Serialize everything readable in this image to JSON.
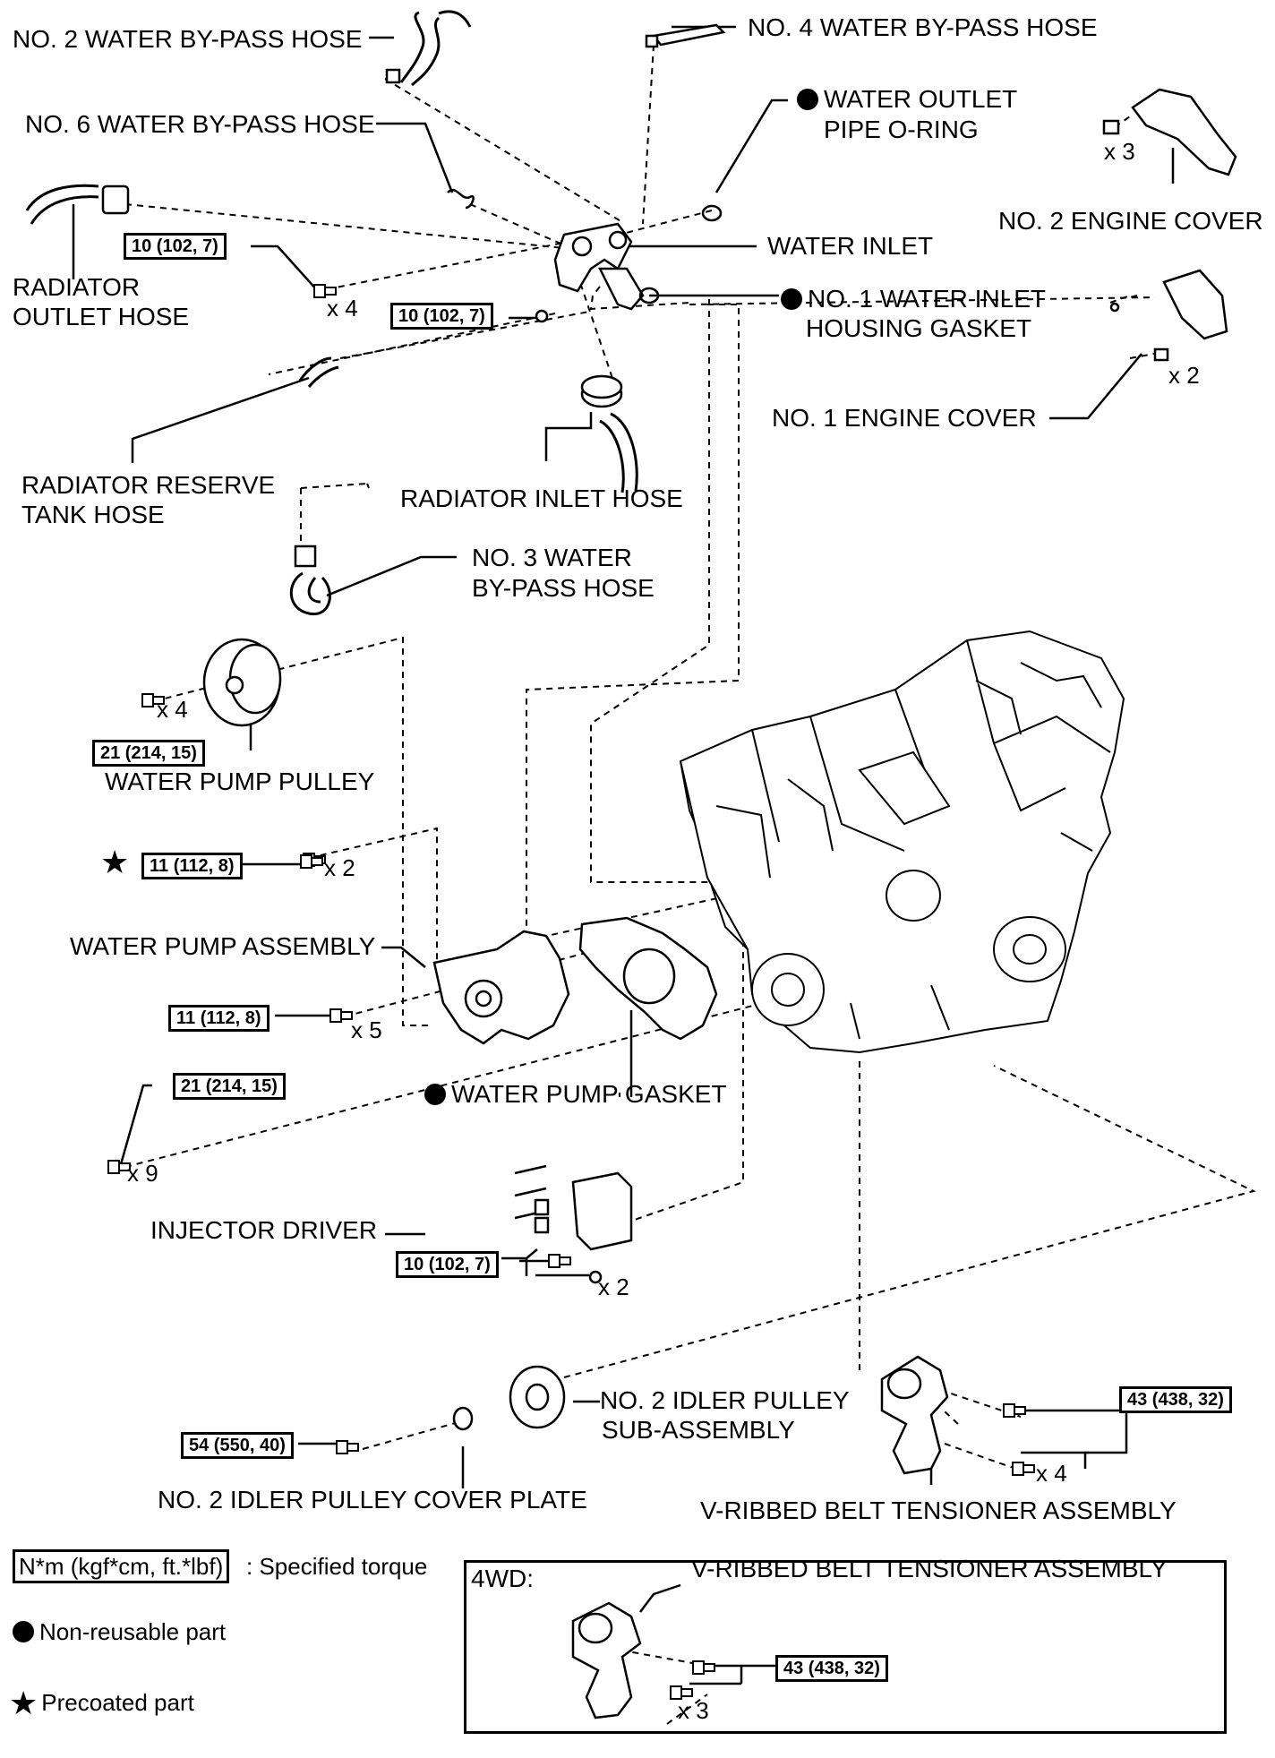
{
  "labels": {
    "no2_water_bypass_hose": "NO. 2 WATER BY-PASS HOSE",
    "no4_water_bypass_hose": "NO. 4 WATER BY-PASS HOSE",
    "water_outlet_pipe_oring_1": "WATER OUTLET",
    "water_outlet_pipe_oring_2": "PIPE O-RING",
    "no2_engine_cover": "NO. 2 ENGINE COVER",
    "no6_water_bypass_hose": "NO. 6 WATER BY-PASS HOSE",
    "radiator_outlet_hose_1": "RADIATOR",
    "radiator_outlet_hose_2": "OUTLET HOSE",
    "water_inlet": "WATER INLET",
    "no1_water_inlet_housing_gasket_1": "NO. 1 WATER INLET",
    "no1_water_inlet_housing_gasket_2": "HOUSING GASKET",
    "no1_engine_cover": "NO. 1 ENGINE COVER",
    "radiator_reserve_tank_hose_1": "RADIATOR RESERVE",
    "radiator_reserve_tank_hose_2": "TANK HOSE",
    "radiator_inlet_hose": "RADIATOR INLET HOSE",
    "no3_water_bypass_hose_1": "NO. 3 WATER",
    "no3_water_bypass_hose_2": "BY-PASS HOSE",
    "water_pump_pulley": "WATER PUMP PULLEY",
    "water_pump_assembly": "WATER PUMP ASSEMBLY",
    "water_pump_gasket": "WATER PUMP GASKET",
    "injector_driver": "INJECTOR DRIVER",
    "no2_idler_pulley_subassembly_1": "NO. 2 IDLER PULLEY",
    "no2_idler_pulley_subassembly_2": "SUB-ASSEMBLY",
    "no2_idler_pulley_cover_plate": "NO. 2 IDLER PULLEY COVER PLATE",
    "vribbed_belt_tensioner_assembly": "V-RIBBED BELT TENSIONER ASSEMBLY",
    "vribbed_belt_tensioner_assembly_4wd": "V-RIBBED BELT TENSIONER ASSEMBLY",
    "box_4wd": "4WD:"
  },
  "quantities": {
    "no2_engine_cover_bolts": "x 3",
    "water_inlet_bolts": "x 4",
    "no1_engine_cover_bolts": "x 2",
    "pulley_bolts": "x 4",
    "precoated_bolts": "x 2",
    "water_pump_bolts": "x 5",
    "gasket_bolts": "x 9",
    "injector_driver_bolts": "x 2",
    "tensioner_bolts": "x 4",
    "tensioner_4wd_bolts": "x 3"
  },
  "torques": {
    "water_inlet_bolts": "10 (102, 7)",
    "water_inlet_nut": "10 (102, 7)",
    "pulley_bolts": "21 (214, 15)",
    "precoated_bolts": "11 (112, 8)",
    "water_pump_bolts": "11 (112, 8)",
    "gasket_bolts": "21 (214, 15)",
    "injector_driver": "10 (102, 7)",
    "idler_cover_plate": "54 (550, 40)",
    "tensioner": "43 (438, 32)",
    "tensioner_4wd": "43 (438, 32)"
  },
  "legend": {
    "torque_unit": "N*m (kgf*cm, ft.*lbf)",
    "torque_text": ": Specified torque",
    "non_reusable": "Non-reusable part",
    "precoated": "Precoated part"
  },
  "colors": {
    "ink": "#000000",
    "background": "#ffffff",
    "part_fill": "#f2f2f2"
  },
  "icons": [
    "non-reusable-dot-icon",
    "precoated-star-icon"
  ]
}
